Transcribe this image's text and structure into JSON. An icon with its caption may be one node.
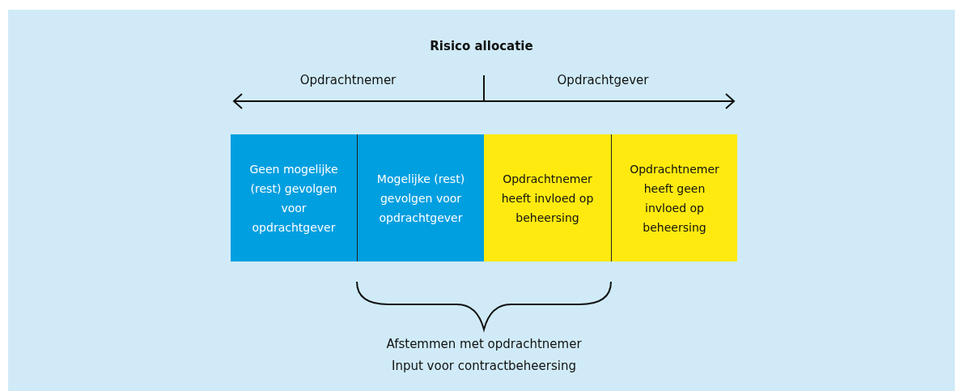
{
  "diagram": {
    "title": "Risico allocatie",
    "nodes": [
      {
        "text": [
          "Geen mogelijke (rest) gevolgen voor opdrachtgever"
        ]
      },
      {
        "text": [
          "Mogelijke (rest) gevolgen voor opdrachtgever"
        ]
      },
      {
        "text": [
          "Opdrachtnemer heeft invloed op beheersing"
        ]
      },
      {
        "text": [
          "Opdrachtnemer heeft geen invloed op beheersing"
        ]
      }
    ],
    "labels": [
      "Opdrachtnemer",
      "Opdrachtgever",
      "Afstemmen met opdrachtnemer",
      "Input voor contractbeheersing"
    ]
  }
}
